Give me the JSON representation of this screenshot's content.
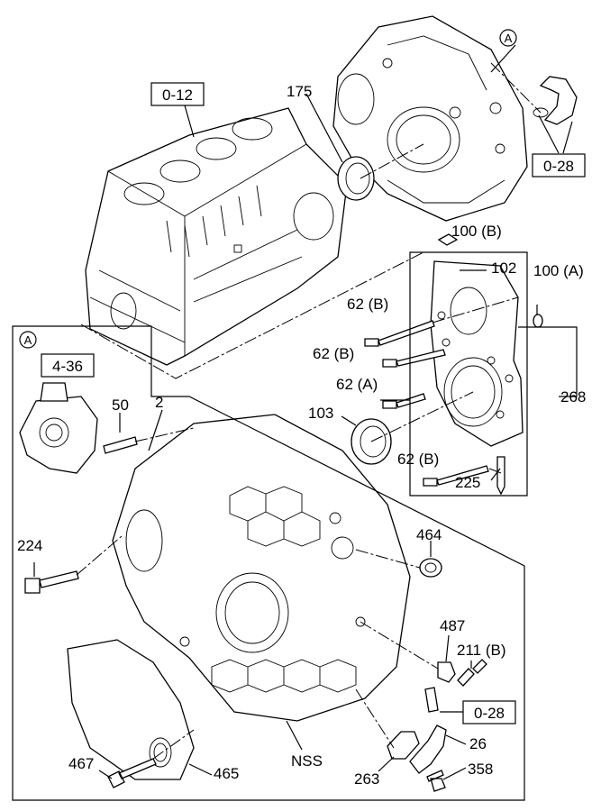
{
  "labels": {
    "ref_0_12": "0-12",
    "ref_0_28_top": "0-28",
    "ref_0_28_bottom": "0-28",
    "ref_4_36": "4-36",
    "circle_a_top": "A",
    "circle_a_left": "A",
    "p175": "175",
    "p100b": "100 (B)",
    "p100a": "100 (A)",
    "p102": "102",
    "p62b_1": "62 (B)",
    "p62b_2": "62 (B)",
    "p62a": "62 (A)",
    "p268": "268",
    "p103": "103",
    "p62b_3": "62 (B)",
    "p225": "225",
    "p50": "50",
    "p2": "2",
    "p224": "224",
    "p464": "464",
    "p487": "487",
    "p211b": "211 (B)",
    "p26": "26",
    "p358": "358",
    "p263": "263",
    "pNSS": "NSS",
    "p467": "467",
    "p465": "465"
  }
}
